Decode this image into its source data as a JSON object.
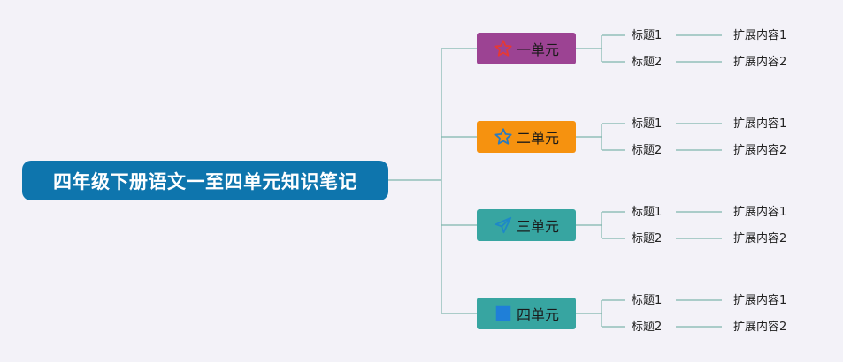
{
  "root": {
    "title": "四年级下册语文一至四单元知识笔记"
  },
  "colors": {
    "root": "#0e75ad",
    "line": "#7fb5ad",
    "unit1": "#9c4393",
    "unit2": "#f6920f",
    "unit3": "#37a5a1",
    "unit4": "#37a5a1"
  },
  "units": [
    {
      "label": "一单元",
      "icon": "star-outline-red-icon",
      "items": [
        {
          "title": "标题1",
          "detail": "扩展内容1"
        },
        {
          "title": "标题2",
          "detail": "扩展内容2"
        }
      ]
    },
    {
      "label": "二单元",
      "icon": "star-outline-blue-icon",
      "items": [
        {
          "title": "标题1",
          "detail": "扩展内容1"
        },
        {
          "title": "标题2",
          "detail": "扩展内容2"
        }
      ]
    },
    {
      "label": "三单元",
      "icon": "paper-plane-icon",
      "items": [
        {
          "title": "标题1",
          "detail": "扩展内容1"
        },
        {
          "title": "标题2",
          "detail": "扩展内容2"
        }
      ]
    },
    {
      "label": "四单元",
      "icon": "blue-square-icon",
      "items": [
        {
          "title": "标题1",
          "detail": "扩展内容1"
        },
        {
          "title": "标题2",
          "detail": "扩展内容2"
        }
      ]
    }
  ]
}
